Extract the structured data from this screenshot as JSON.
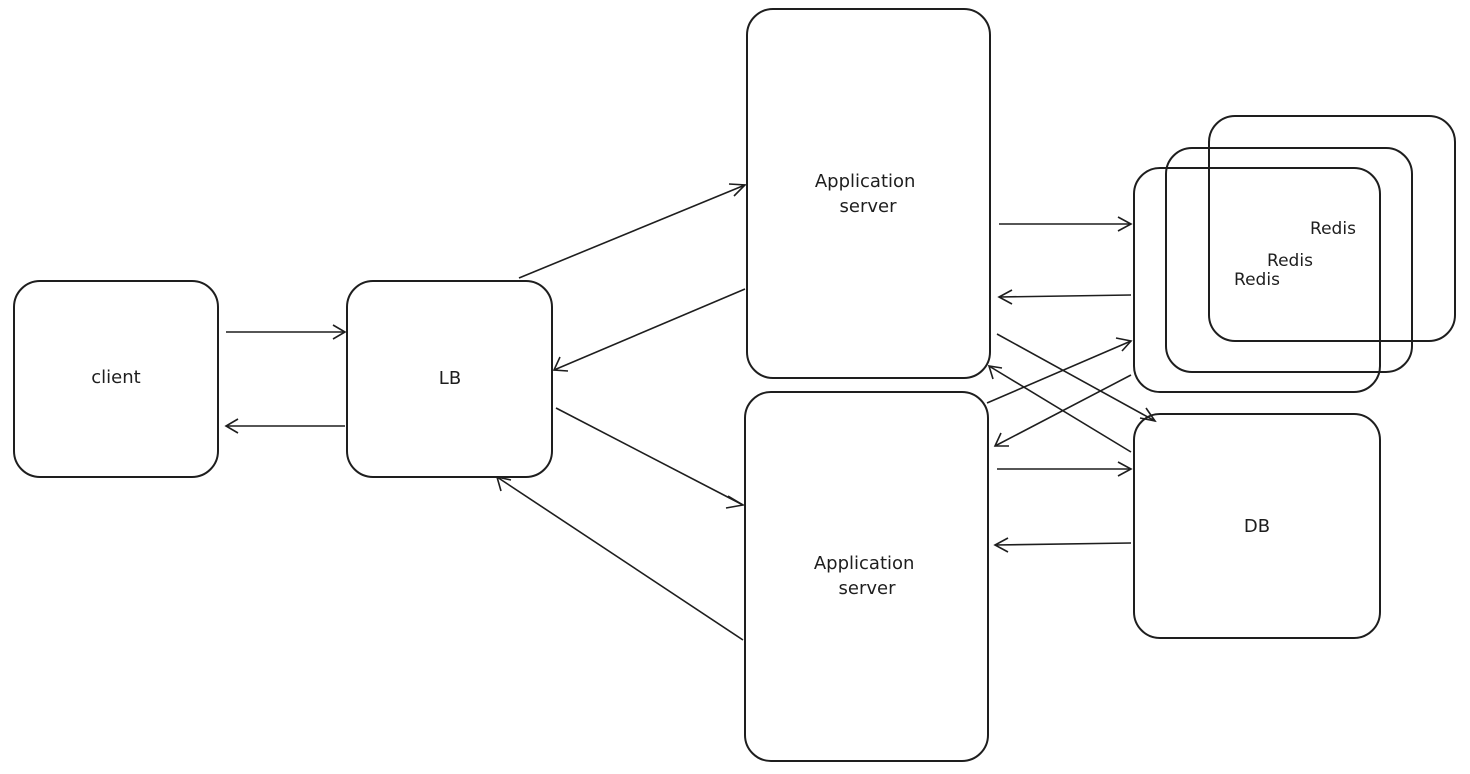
{
  "nodes": {
    "client": "client",
    "lb": "LB",
    "app_top": [
      "Application",
      "server"
    ],
    "app_bottom": [
      "Application",
      "server"
    ],
    "redis": [
      "Redis",
      "Redis",
      "Redis"
    ],
    "db": "DB"
  },
  "colors": {
    "stroke": "#1e1e1e",
    "fill": "#ffffff"
  }
}
